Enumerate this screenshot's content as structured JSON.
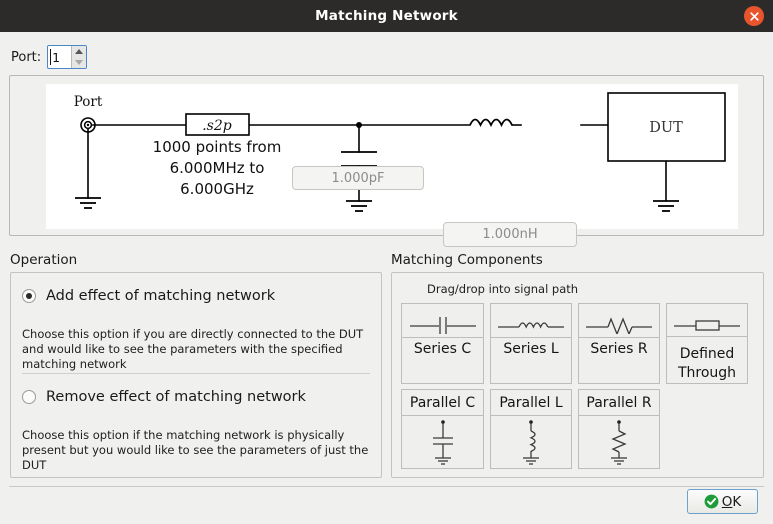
{
  "window": {
    "title": "Matching Network",
    "close_icon": "close-icon"
  },
  "port": {
    "label": "Port:",
    "value": "1",
    "up_icon": "spinner-up-icon",
    "down_icon": "spinner-down-icon"
  },
  "schematic": {
    "port_label": "Port",
    "file_block": ".s2p",
    "sweep_line1": "1000 points from",
    "sweep_line2": "6.000MHz to",
    "sweep_line3": "6.000GHz",
    "dut_label": "DUT",
    "cap_value": "1.000pF",
    "ind_value": "1.000nH"
  },
  "operation": {
    "title": "Operation",
    "options": [
      {
        "label": "Add effect of matching network",
        "selected": true,
        "description": "Choose this option if you are directly connected to the DUT and would like to see the parameters with the specified matching network"
      },
      {
        "label": "Remove effect of matching network",
        "selected": false,
        "description": "Choose this option if the matching network is physically present but you would like to see the parameters of just the DUT"
      }
    ]
  },
  "matching_components": {
    "title": "Matching Components",
    "hint": "Drag/drop into signal path",
    "series": [
      {
        "label": "Series C",
        "icon": "capacitor-icon"
      },
      {
        "label": "Series L",
        "icon": "inductor-icon"
      },
      {
        "label": "Series R",
        "icon": "resistor-icon"
      },
      {
        "label": "Defined\nThrough",
        "label_line1": "Defined",
        "label_line2": "Through",
        "icon": "through-icon"
      }
    ],
    "parallel": [
      {
        "label": "Parallel C",
        "icon": "shunt-capacitor-icon"
      },
      {
        "label": "Parallel L",
        "icon": "shunt-inductor-icon"
      },
      {
        "label": "Parallel R",
        "icon": "shunt-resistor-icon"
      }
    ]
  },
  "footer": {
    "ok_prefix": "",
    "ok_mnemonic": "O",
    "ok_rest": "K",
    "ok_label": "OK",
    "ok_icon": "green-check-icon"
  },
  "colors": {
    "titlebar_bg": "#2d2b29",
    "close_bg": "#e8552d",
    "window_bg": "#f0f0ef",
    "canvas_bg": "#ffffff",
    "accent_focus": "#4a86c8",
    "ok_check_green": "#1f9c3a"
  }
}
